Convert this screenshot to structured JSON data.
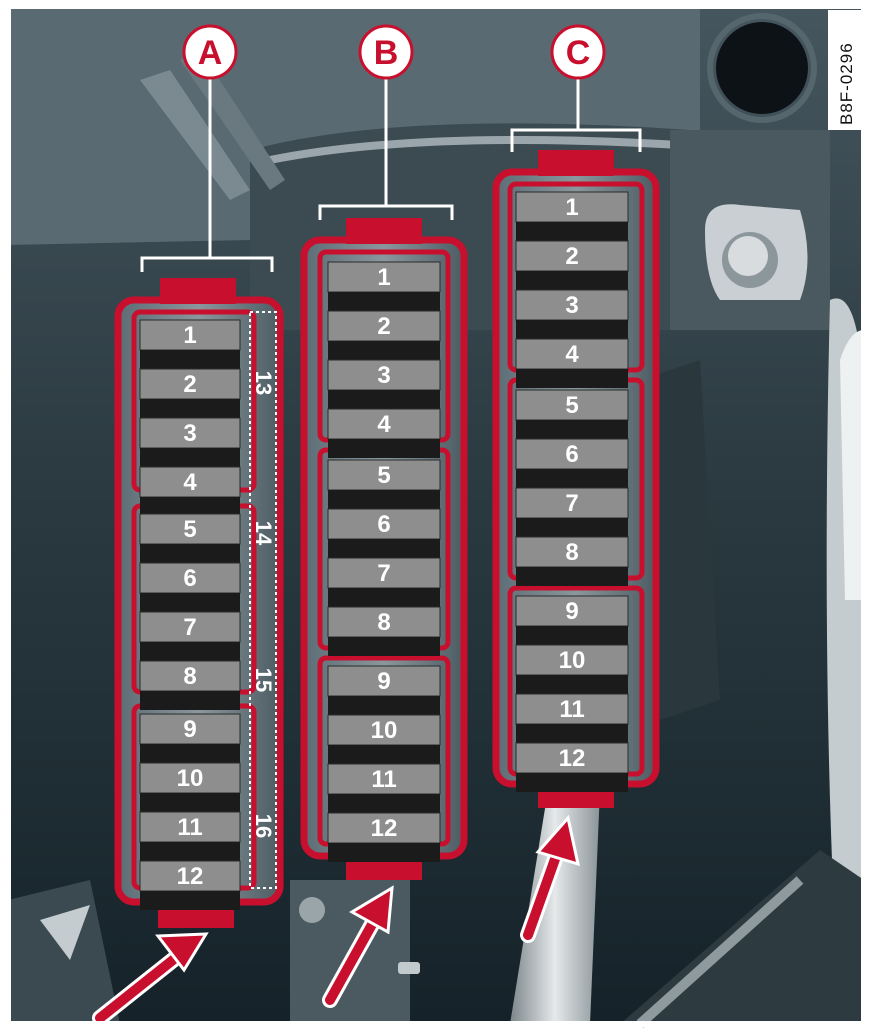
{
  "figure_code": "B8F-0296",
  "colors": {
    "accent_red": "#c8102e",
    "fuse_gray": "#8e8e8e",
    "background_dark": "#1f2f36",
    "frame": "#ffffff"
  },
  "callouts": [
    {
      "label": "A"
    },
    {
      "label": "B"
    },
    {
      "label": "C"
    }
  ],
  "panels": [
    {
      "id": "A",
      "fuses": [
        "1",
        "2",
        "3",
        "4",
        "5",
        "6",
        "7",
        "8",
        "9",
        "10",
        "11",
        "12"
      ],
      "slots": [
        "13",
        "14",
        "15",
        "16"
      ]
    },
    {
      "id": "B",
      "fuses": [
        "1",
        "2",
        "3",
        "4",
        "5",
        "6",
        "7",
        "8",
        "9",
        "10",
        "11",
        "12"
      ]
    },
    {
      "id": "C",
      "fuses": [
        "1",
        "2",
        "3",
        "4",
        "5",
        "6",
        "7",
        "8",
        "9",
        "10",
        "11",
        "12"
      ]
    }
  ],
  "arrow_icons": [
    "arrow-icon-a",
    "arrow-icon-b",
    "arrow-icon-c"
  ]
}
